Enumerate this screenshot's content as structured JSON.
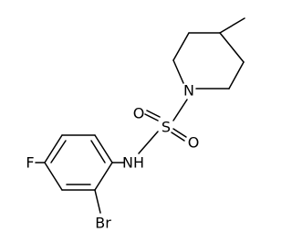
{
  "molecule": {
    "atoms": {
      "nitrogen_ring": "N",
      "sulfur": "S",
      "oxygen_upper": "O",
      "oxygen_lower": "O",
      "amide_nh": "NH",
      "bromine": "Br",
      "fluorine": "F"
    }
  }
}
